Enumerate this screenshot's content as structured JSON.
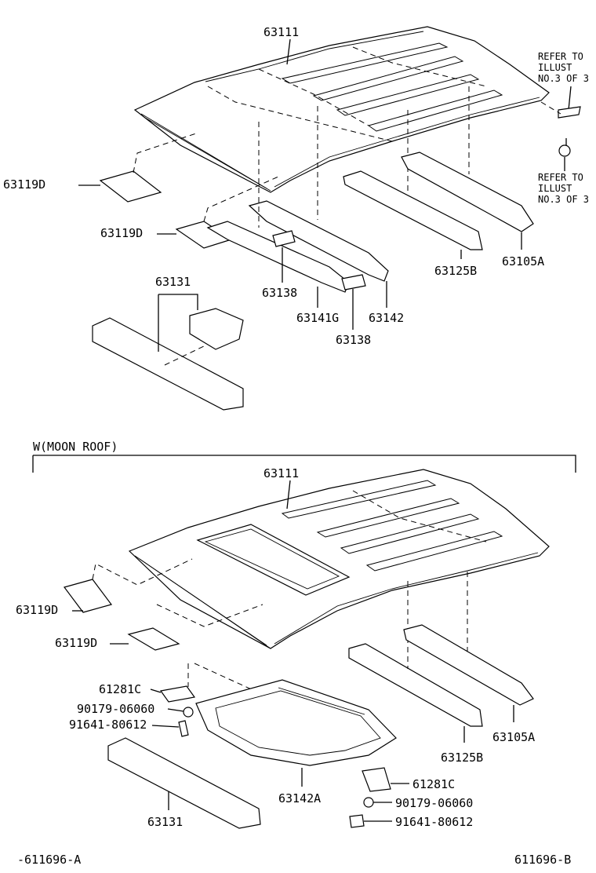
{
  "diagram": {
    "upper": {
      "labels": {
        "roof_panel": "63111",
        "refer_note_1": [
          "REFER TO",
          "ILLUST",
          "NO.3 OF 3"
        ],
        "refer_note_2": [
          "REFER TO",
          "ILLUST",
          "NO.3 OF 3"
        ],
        "pad_1": "63119D",
        "pad_2": "63119D",
        "reinforcement_a": "63105A",
        "reinforcement_b": "63125B",
        "front_header": "63131",
        "bracket_1": "63138",
        "bracket_2": "63138",
        "bow": "63141G",
        "panel_rear": "63142"
      }
    },
    "lower": {
      "section_title": "W(MOON ROOF)",
      "labels": {
        "roof_panel": "63111",
        "pad_1": "63119D",
        "pad_2": "63119D",
        "bracket_left": "61281C",
        "nut_left": "90179-06060",
        "bolt_left": "91641-80612",
        "reinforcement_a": "63105A",
        "reinforcement_b": "63125B",
        "moonroof_frame": "63142A",
        "bracket_right": "61281C",
        "nut_right": "90179-06060",
        "bolt_right": "91641-80612",
        "front_header": "63131"
      }
    },
    "footer": {
      "left_code": "-611696-A",
      "right_code": "611696-B"
    }
  }
}
